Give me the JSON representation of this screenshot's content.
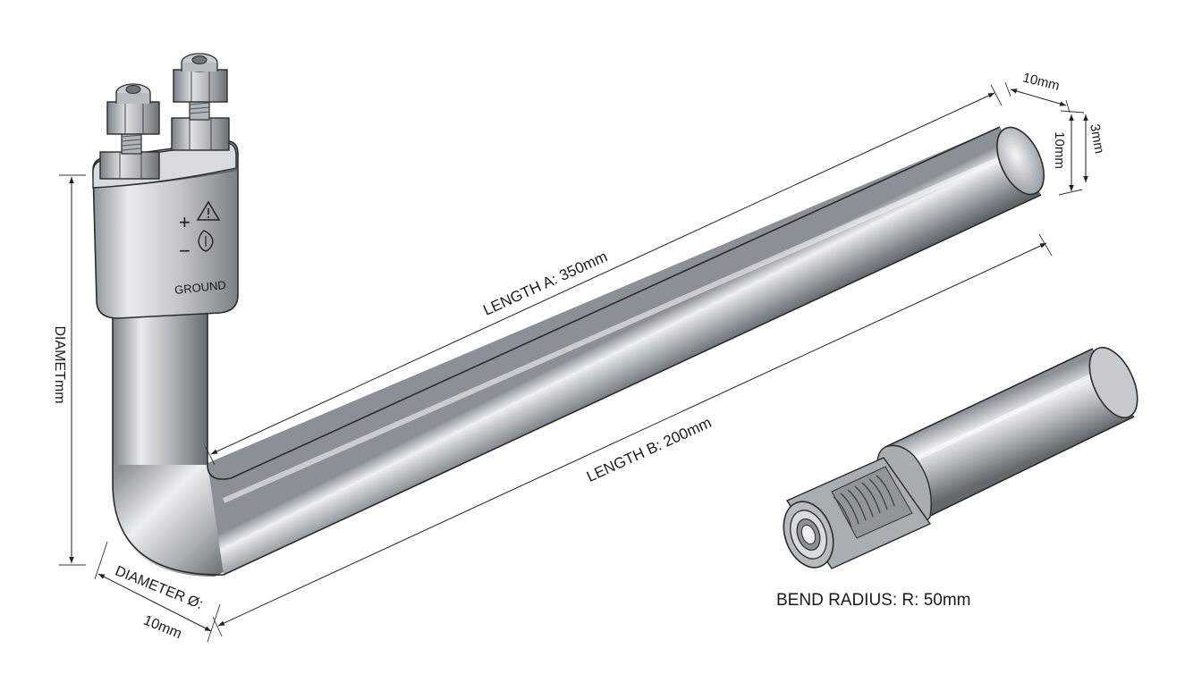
{
  "labels": {
    "length_a": "LENGTH A: 350mm",
    "length_b": "LENGTH B: 200mm",
    "diameter_side": "DIAMETmm",
    "diameter_bottom": "DIAMETER Ø:",
    "diameter_bottom_value": "10mm",
    "end_width": "10mm",
    "end_height_outer": "3mm",
    "end_height_inner": "10mm",
    "ground": "GROUND",
    "plus": "+",
    "minus": "−",
    "bend_radius": "BEND RADIUS: R: 50mm"
  },
  "icons": {
    "warning": "warning-triangle-icon",
    "ground_symbol": "ground-symbol-icon"
  },
  "colors": {
    "metal_dark": "#6d7378",
    "metal_mid": "#b4b9bd",
    "metal_light": "#eef0f2",
    "line": "#222222"
  }
}
